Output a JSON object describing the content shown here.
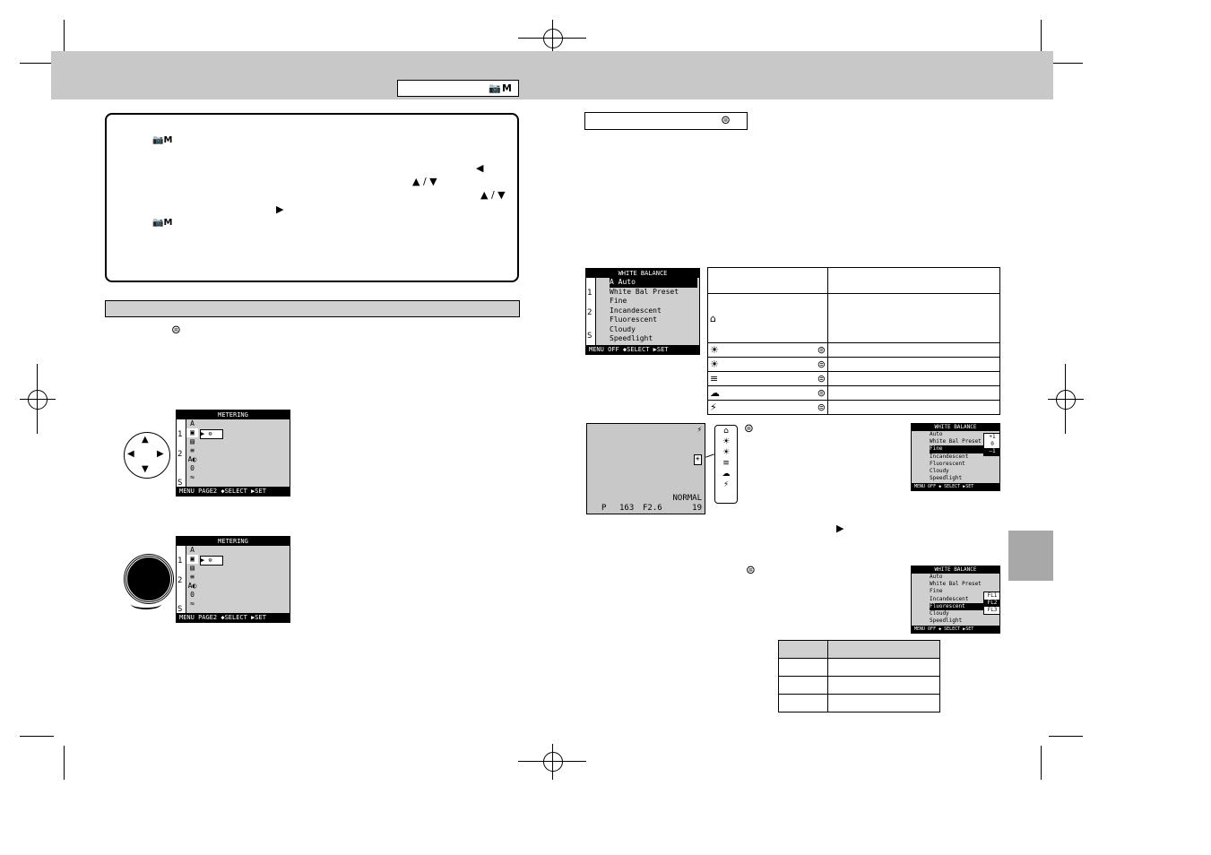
{
  "header": {
    "mode_glyph": "📷M"
  },
  "note": {
    "glyph_mode_1": "📷M",
    "glyph_left": "◀",
    "glyph_updown_1": "▲ / ▼",
    "glyph_updown_2": "▲ / ▼",
    "glyph_right": "▶",
    "glyph_mode_2": "📷M"
  },
  "metering_menus": [
    {
      "title": "METERING",
      "side": [
        "1",
        "2",
        "S"
      ],
      "icons": [
        "A",
        "▣",
        "▤",
        "≡",
        "A◐",
        "0",
        "≈"
      ],
      "footer": "MENU PAGE2  ◆SELECT  ▶SET"
    },
    {
      "title": "METERING",
      "side": [
        "1",
        "2",
        "S"
      ],
      "icons": [
        "A",
        "▣",
        "▤",
        "≡",
        "A◐",
        "0",
        "≈"
      ],
      "footer": "MENU PAGE2  ◆SELECT  ▶SET"
    }
  ],
  "wb_menu_main": {
    "title": "WHITE BALANCE",
    "side": [
      "1",
      "2",
      "S"
    ],
    "items": [
      "A  Auto",
      "White Bal Preset",
      "Fine",
      "Incandescent",
      "Fluorescent",
      "Cloudy",
      "Speedlight"
    ],
    "footer": "MENU OFF  ◆SELECT  ▶SET"
  },
  "wb_menu_fine": {
    "title": "WHITE BALANCE",
    "items": [
      "Auto",
      "White Bal Preset",
      "Fine",
      "Incandescent",
      "Fluorescent",
      "Cloudy",
      "Speedlight"
    ],
    "adjust": [
      "+1",
      "0",
      "–1"
    ],
    "footer": "MENU OFF  ◆ SELECT  ▶SET"
  },
  "wb_menu_fluor": {
    "title": "WHITE BALANCE",
    "items": [
      "Auto",
      "White Bal Preset",
      "Fine",
      "Incandescent",
      "Fluorescent",
      "Cloudy",
      "Speedlight"
    ],
    "adjust": [
      "FL1",
      "FL2",
      "FL3"
    ],
    "footer": "MENU OFF  ◆ SELECT  ▶SET"
  },
  "viewfinder": {
    "flash_icon": "⚡",
    "wb_icon": "☀",
    "quality": "NORMAL",
    "bottom_left": "P",
    "shutter": "163",
    "aperture": "F2.6",
    "frames": "19"
  },
  "wb_strip": [
    "⌂",
    "☀",
    "☀",
    "≡",
    "☁",
    "⚡"
  ],
  "wb_table": {
    "rows": [
      {
        "icon": "",
        "dial": ""
      },
      {
        "icon": "⌂",
        "dial": ""
      },
      {
        "icon": "☀",
        "dial": "⊜"
      },
      {
        "icon": "☀",
        "dial": "⊜"
      },
      {
        "icon": "≡",
        "dial": "⊜"
      },
      {
        "icon": "☁",
        "dial": "⊜"
      },
      {
        "icon": "⚡",
        "dial": "⊜"
      }
    ]
  },
  "glyphs": {
    "dial_icon": "⊜",
    "right_arrow": "▶"
  }
}
